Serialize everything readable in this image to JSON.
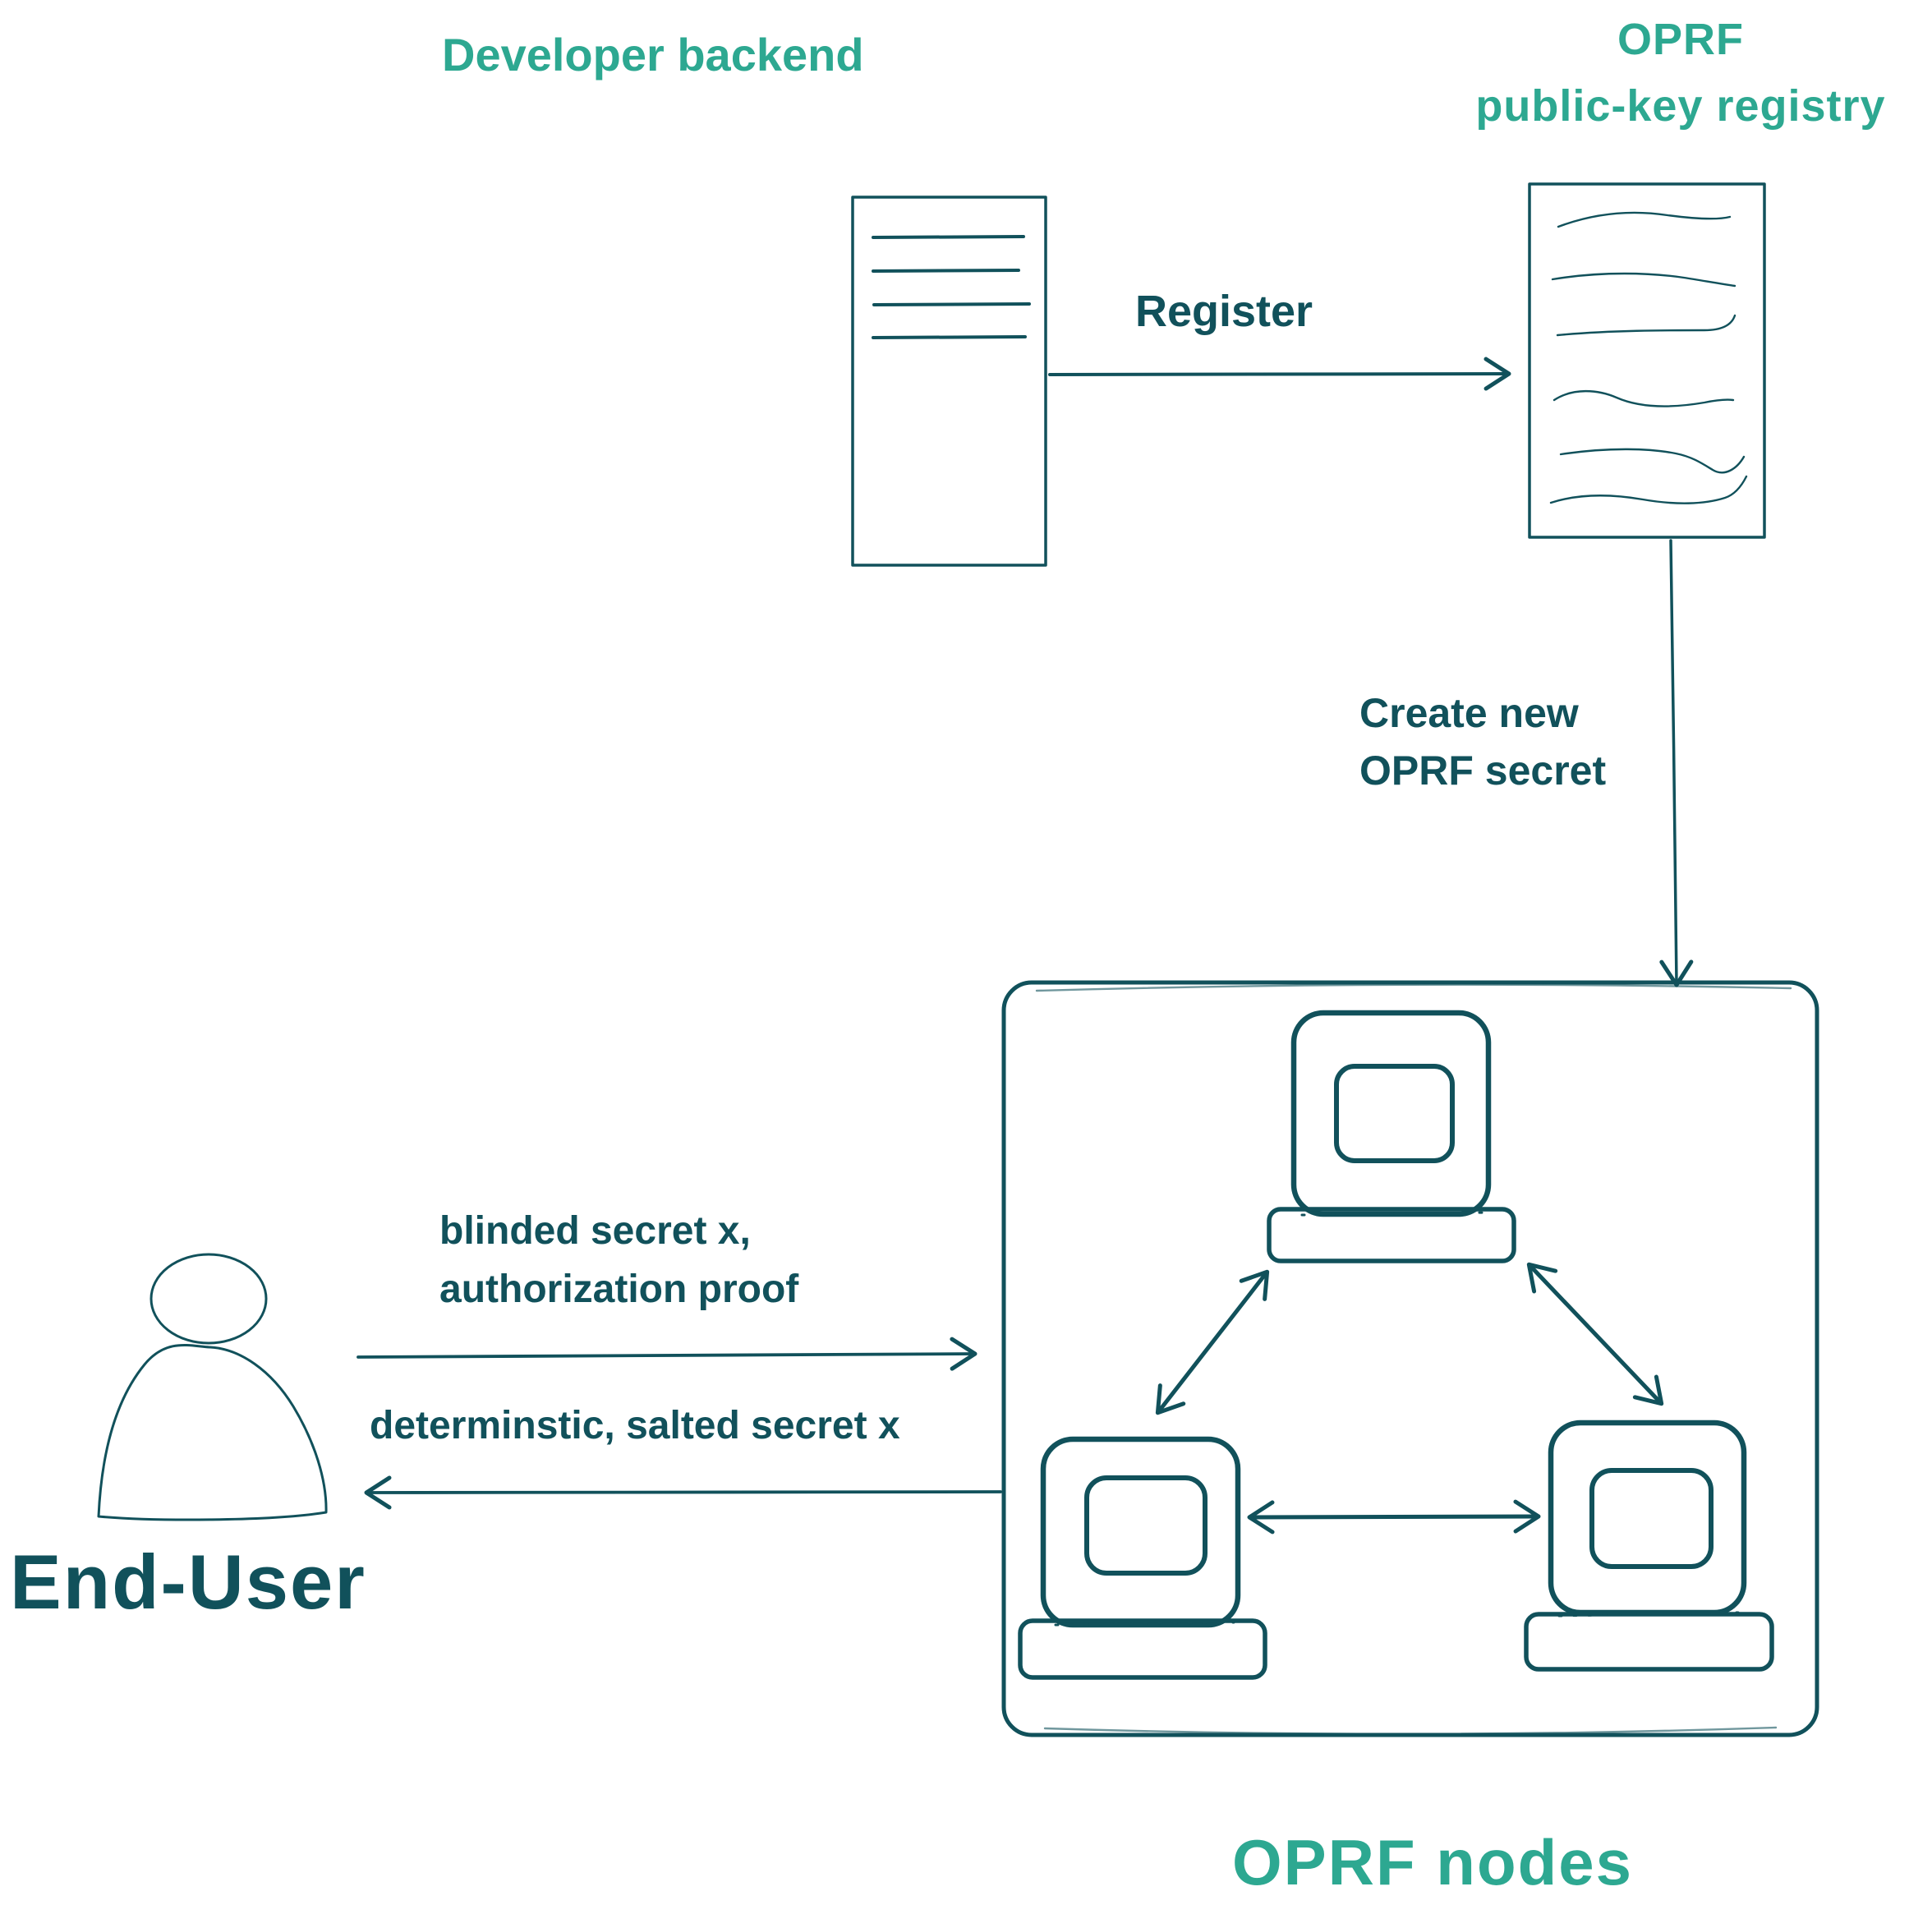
{
  "diagram": {
    "colors": {
      "accent_green": "#2da891",
      "ink_teal": "#11515b"
    },
    "nodes": {
      "developer_backend": {
        "label": "Developer backend"
      },
      "oprf_registry": {
        "label_line1": "OPRF",
        "label_line2": "public-key registry"
      },
      "oprf_nodes": {
        "label": "OPRF nodes",
        "computer_count": 3
      },
      "end_user": {
        "label": "End-User"
      }
    },
    "edges": {
      "register": {
        "label": "Register",
        "from": "developer_backend",
        "to": "oprf_registry"
      },
      "create_secret": {
        "label_line1": "Create new",
        "label_line2": "OPRF secret",
        "from": "oprf_registry",
        "to": "oprf_nodes"
      },
      "blinded_request": {
        "label_line1": "blinded secret x,",
        "label_line2": "authorization proof",
        "from": "end_user",
        "to": "oprf_nodes"
      },
      "salted_response": {
        "label": "determinstic, salted secret x",
        "from": "oprf_nodes",
        "to": "end_user"
      }
    }
  }
}
